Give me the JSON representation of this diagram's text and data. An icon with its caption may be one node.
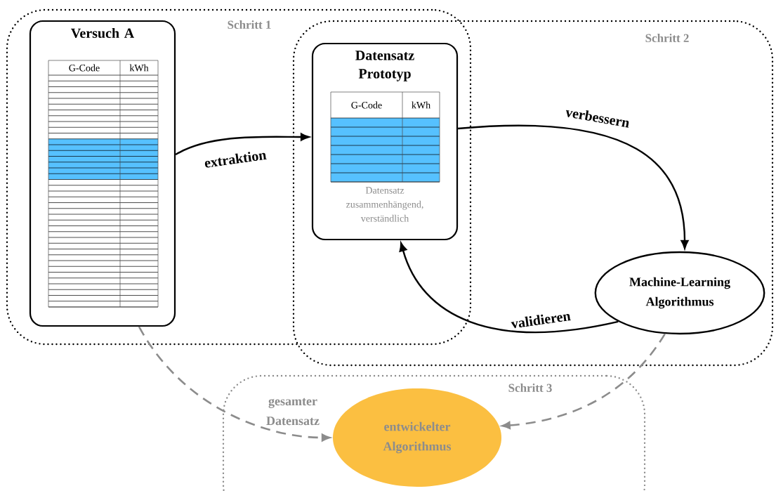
{
  "diagram": {
    "nodes": [
      {
        "text": [
          "Schritt 1"
        ]
      },
      {
        "text": [
          "Schritt 2"
        ]
      },
      {
        "text": [
          "Versuch A",
          "G-Code",
          "kWh"
        ],
        "in": 0
      },
      {
        "text": [
          "Datensatz Prototyp",
          "G-Code",
          "kWh",
          "Datensatz zusammenhängend, verständlich"
        ]
      },
      {
        "text": [
          "Machine-Learning Algorithmus"
        ],
        "in": 1
      },
      {
        "text": [
          "Schritt 3"
        ]
      },
      {
        "text": [
          "entwickelter Algorithmus"
        ],
        "in": 5
      }
    ],
    "edges": [
      {
        "from": 2,
        "to": 3,
        "arrow": "to",
        "label": "extraktion"
      },
      {
        "from": 3,
        "to": 4,
        "arrow": "to",
        "label": "verbessern"
      },
      {
        "from": 4,
        "to": 3,
        "arrow": "to",
        "label": "validieren"
      },
      {
        "from": 2,
        "to": 6,
        "arrow": "to",
        "label": "gesamter Datensatz",
        "style": "dashed",
        "color": "#8c8c8c"
      },
      {
        "from": 4,
        "to": 6,
        "arrow": "to",
        "style": "dashed",
        "color": "#8c8c8c"
      }
    ]
  }
}
